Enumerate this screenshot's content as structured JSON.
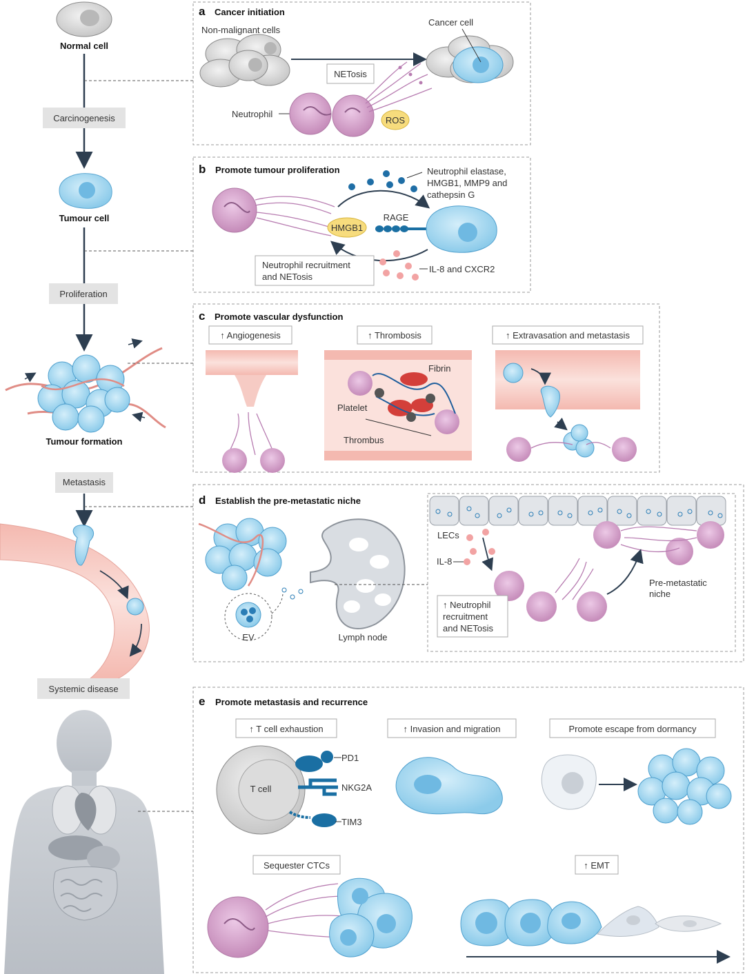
{
  "timeline": {
    "normal_cell": "Normal cell",
    "carcinogenesis": "Carcinogenesis",
    "tumour_cell": "Tumour cell",
    "proliferation": "Proliferation",
    "tumour_formation": "Tumour formation",
    "metastasis": "Metastasis",
    "systemic_disease": "Systemic disease"
  },
  "panel_a": {
    "letter": "a",
    "title": "Cancer initiation",
    "non_malignant": "Non-malignant cells",
    "cancer_cell": "Cancer cell",
    "netosis": "NETosis",
    "neutrophil": "Neutrophil",
    "ros": "ROS"
  },
  "panel_b": {
    "letter": "b",
    "title": "Promote tumour proliferation",
    "enzymes_line1": "Neutrophil elastase,",
    "enzymes_line2": "HMGB1, MMP9 and",
    "enzymes_line3": "cathepsin G",
    "hmgb1": "HMGB1",
    "rage": "RAGE",
    "recruit_line1": "Neutrophil recruitment",
    "recruit_line2": "and NETosis",
    "il8_cxcr2": "IL-8 and CXCR2"
  },
  "panel_c": {
    "letter": "c",
    "title": "Promote vascular dysfunction",
    "angiogenesis": "↑ Angiogenesis",
    "thrombosis": "↑ Thrombosis",
    "extravasation": "↑ Extravasation and metastasis",
    "fibrin": "Fibrin",
    "platelet": "Platelet",
    "thrombus": "Thrombus"
  },
  "panel_d": {
    "letter": "d",
    "title": "Establish the pre-metastatic niche",
    "lecs": "LECs",
    "il8": "IL-8",
    "ev": "EV",
    "lymph_node": "Lymph node",
    "recruit_line1": "↑ Neutrophil",
    "recruit_line2": "recruitment",
    "recruit_line3": "and NETosis",
    "niche_line1": "Pre-metastatic",
    "niche_line2": "niche"
  },
  "panel_e": {
    "letter": "e",
    "title": "Promote metastasis and recurrence",
    "t_cell_exhaustion": "↑ T cell exhaustion",
    "invasion": "↑ Invasion and migration",
    "dormancy": "Promote escape from dormancy",
    "t_cell": "T cell",
    "pd1": "PD1",
    "nkg2a": "NKG2A",
    "tim3": "TIM3",
    "sequester": "Sequester CTCs",
    "emt": "↑ EMT"
  },
  "colors": {
    "cell_blue": "#a9d8ef",
    "cell_blue_dark": "#6bb8e0",
    "neutrophil": "#d9a6cf",
    "vessel": "#f6c9c2",
    "grey_cell": "#d9d9d9",
    "receptor": "#1a6fa3"
  }
}
